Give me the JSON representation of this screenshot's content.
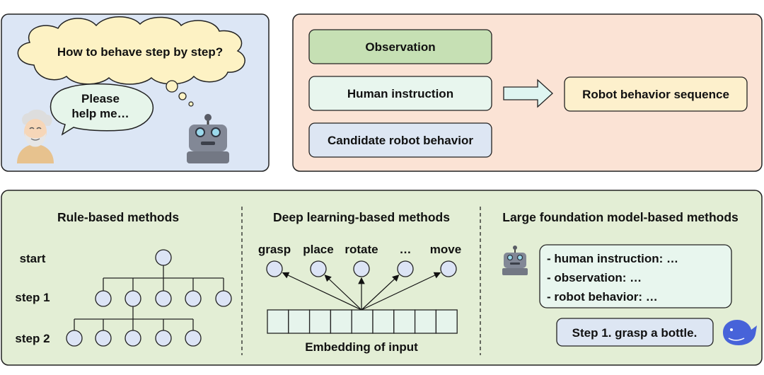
{
  "scene": {
    "cloud_text": "How to behave step by step?",
    "speech_text_line1": "Please",
    "speech_text_line2": "help me…"
  },
  "formulation": {
    "observation": "Observation",
    "human_instruction": "Human instruction",
    "candidate_behavior": "Candidate robot behavior",
    "output": "Robot behavior sequence"
  },
  "rule_based": {
    "title": "Rule-based methods",
    "levels": [
      "start",
      "step 1",
      "step 2"
    ]
  },
  "deep_learning": {
    "title": "Deep learning-based methods",
    "actions": [
      "grasp",
      "place",
      "rotate",
      "…",
      "move"
    ],
    "embedding_label": "Embedding of input"
  },
  "foundation": {
    "title": "Large foundation model-based methods",
    "prompt_lines": [
      "- human instruction: …",
      "- observation: …",
      "- robot behavior: …"
    ],
    "answer": "Step 1. grasp a bottle."
  },
  "colors": {
    "scene_bg": "#dce6f5",
    "formulation_bg": "#fbe3d5",
    "methods_bg": "#e3eed5",
    "observation": "#c6e0b4",
    "human_instruction": "#e8f6ee",
    "candidate_behavior": "#dde6f3",
    "output": "#fdf0cc",
    "node": "#dce4f5",
    "cell": "#e6f4ec",
    "answer": "#dde6f3",
    "accent_blue": "#4763d9"
  }
}
